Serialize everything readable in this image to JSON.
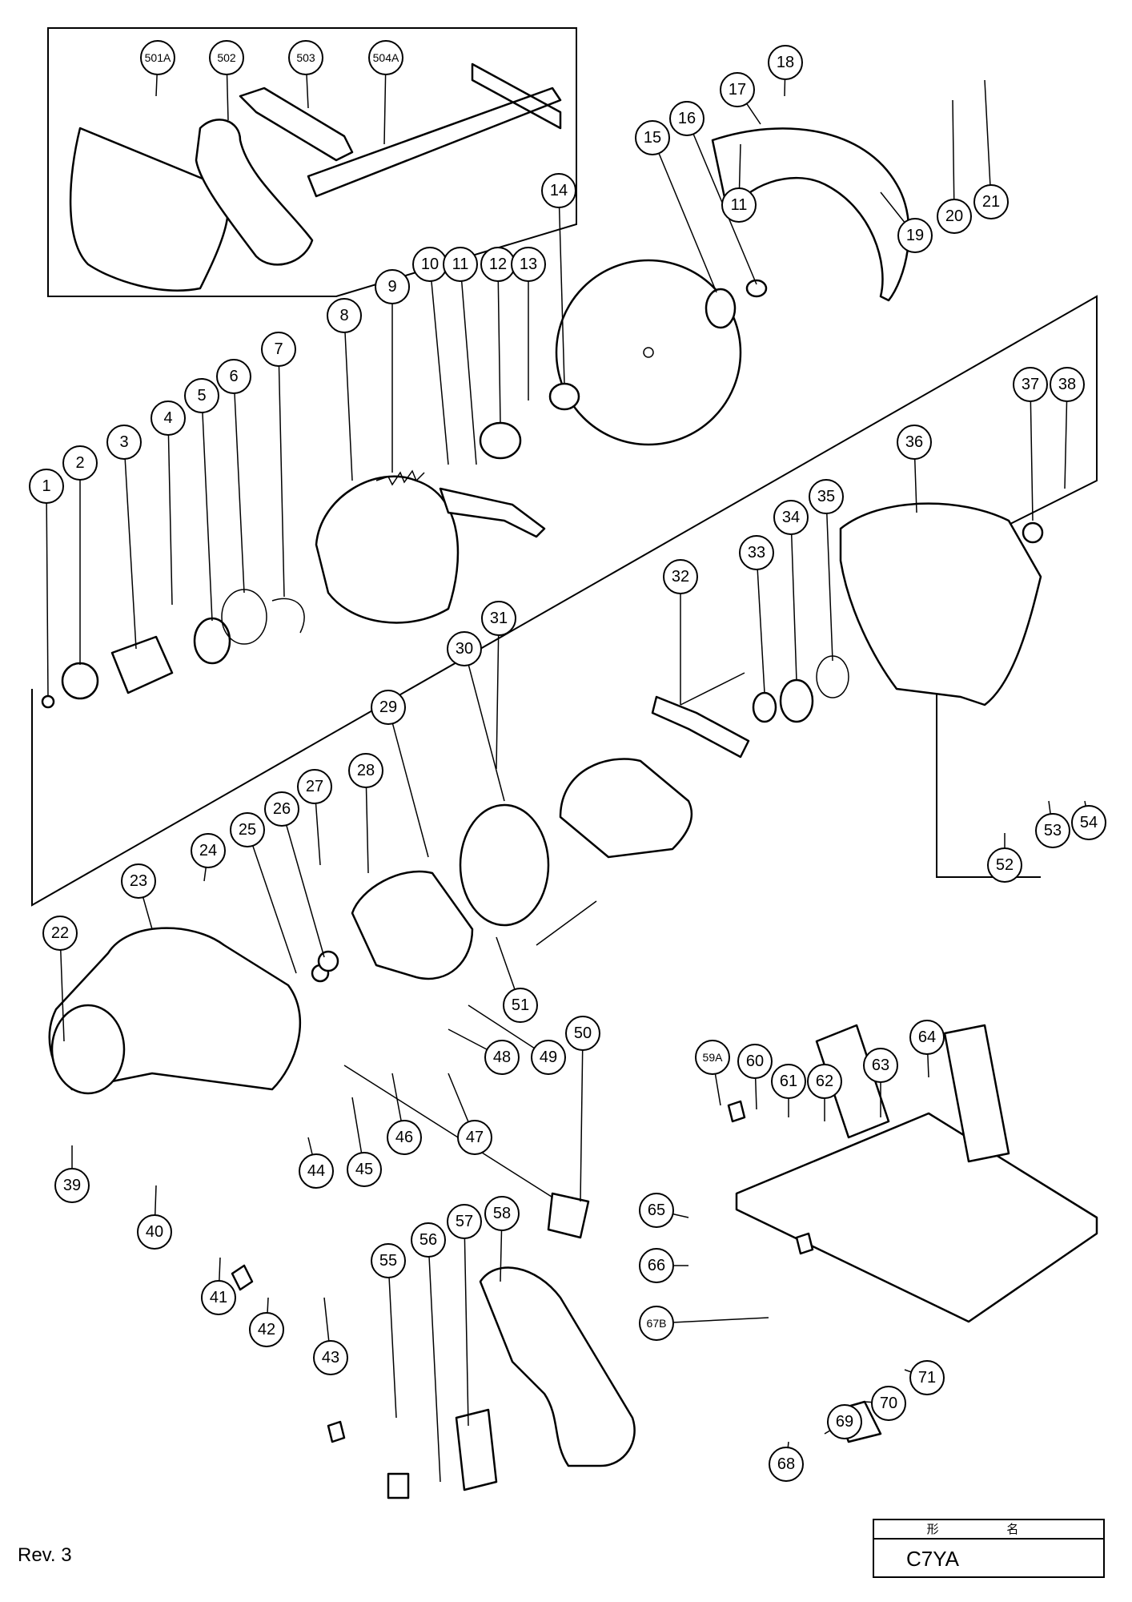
{
  "revision": "Rev. 3",
  "model_box": {
    "header": "形 名",
    "model": "C7YA"
  },
  "parts": [
    "1",
    "2",
    "3",
    "4",
    "5",
    "6",
    "7",
    "8",
    "9",
    "10",
    "11",
    "11",
    "12",
    "13",
    "14",
    "15",
    "16",
    "17",
    "18",
    "19",
    "20",
    "21",
    "22",
    "23",
    "24",
    "25",
    "26",
    "27",
    "28",
    "29",
    "30",
    "31",
    "32",
    "33",
    "34",
    "35",
    "36",
    "37",
    "38",
    "39",
    "40",
    "41",
    "42",
    "43",
    "44",
    "45",
    "46",
    "47",
    "48",
    "49",
    "50",
    "51",
    "52",
    "53",
    "54",
    "55",
    "56",
    "57",
    "58",
    "59A",
    "60",
    "61",
    "62",
    "63",
    "64",
    "65",
    "66",
    "67B",
    "68",
    "69",
    "70",
    "71",
    "501A",
    "502",
    "503",
    "504A"
  ]
}
